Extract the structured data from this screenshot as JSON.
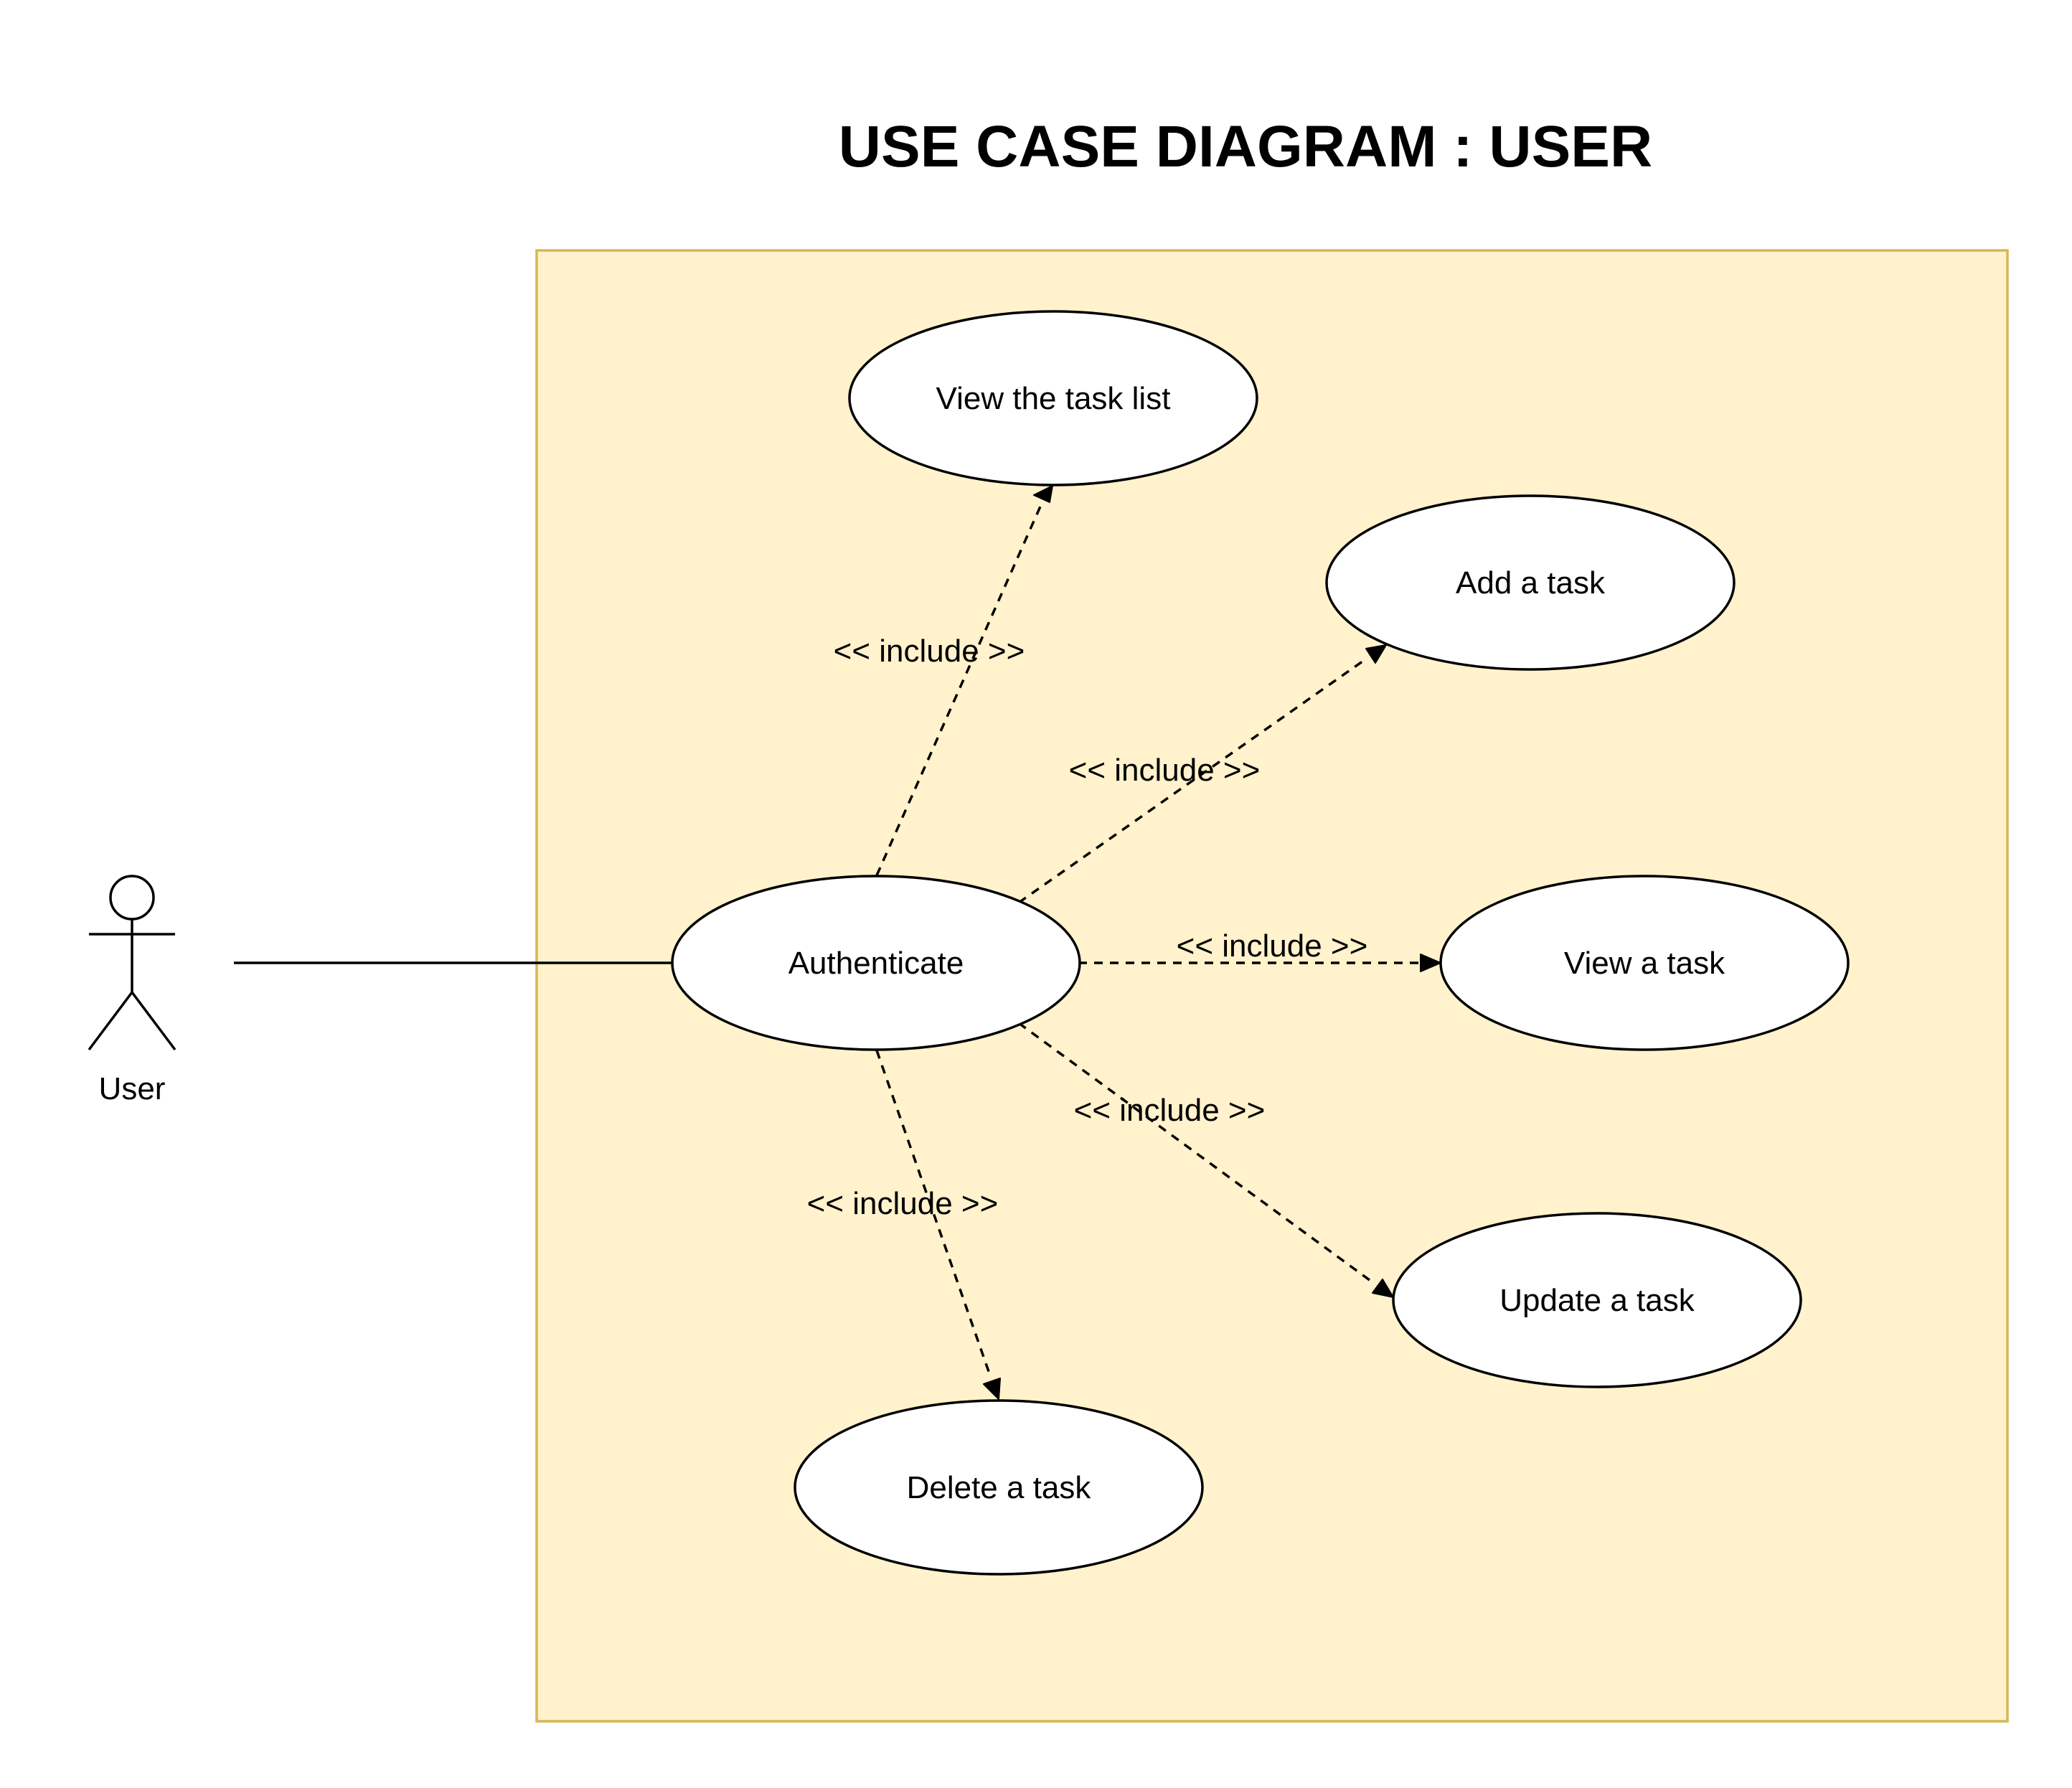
{
  "title": "USE CASE DIAGRAM : USER",
  "actor": {
    "label": "User"
  },
  "system_boundary": {
    "fill": "#fff2cc",
    "stroke": "#d6b656"
  },
  "use_cases": {
    "authenticate": "Authenticate",
    "view_list": "View the task list",
    "add": "Add a task",
    "view": "View a task",
    "update": "Update a task",
    "delete": "Delete a task"
  },
  "relations": {
    "view_list": "<< include >>",
    "add": "<< include >>",
    "view": "<< include >>",
    "update": "<< include >>",
    "delete": "<< include >>"
  }
}
